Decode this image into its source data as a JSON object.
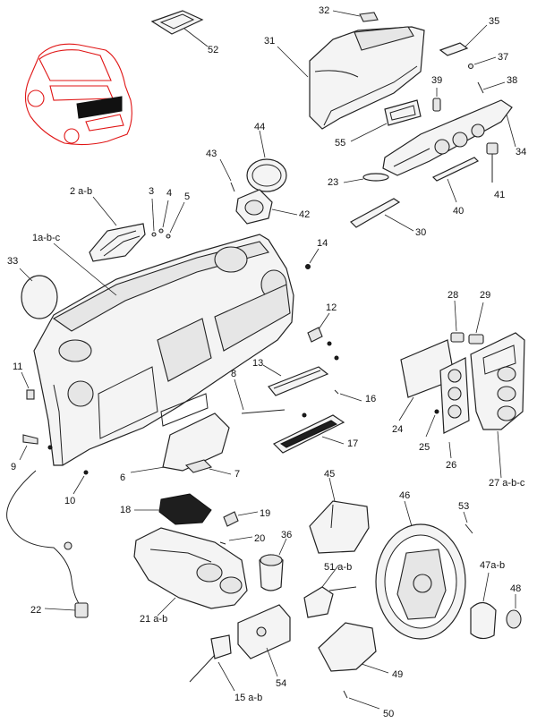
{
  "diagram": {
    "labels": {
      "l32": "32",
      "l52": "52",
      "l35": "35",
      "l31": "31",
      "l37": "37",
      "l38": "38",
      "l39": "39",
      "l55": "55",
      "l34": "34",
      "l44": "44",
      "l43": "43",
      "l23": "23",
      "l41": "41",
      "l40": "40",
      "l2ab": "2 a-b",
      "l3": "3",
      "l4": "4",
      "l5": "5",
      "l42": "42",
      "l30": "30",
      "l1abc": "1a-b-c",
      "l14": "14",
      "l33": "33",
      "l28": "28",
      "l29": "29",
      "l12": "12",
      "l11": "11",
      "l13": "13",
      "l8": "8",
      "l16": "16",
      "l24": "24",
      "l25": "25",
      "l26": "26",
      "l27abc": "27 a-b-c",
      "l17": "17",
      "l9": "9",
      "l6": "6",
      "l7": "7",
      "l10": "10",
      "l45": "45",
      "l46": "46",
      "l53": "53",
      "l18": "18",
      "l19": "19",
      "l36": "36",
      "l20": "20",
      "l47ab": "47a-b",
      "l48": "48",
      "l51ab": "51 a-b",
      "l22": "22",
      "l21ab": "21 a-b",
      "l54": "54",
      "l49": "49",
      "l15ab": "15 a-b",
      "l50": "50"
    },
    "colors": {
      "line": "#222222",
      "car_outline": "#e01616",
      "label": "#111111"
    }
  }
}
